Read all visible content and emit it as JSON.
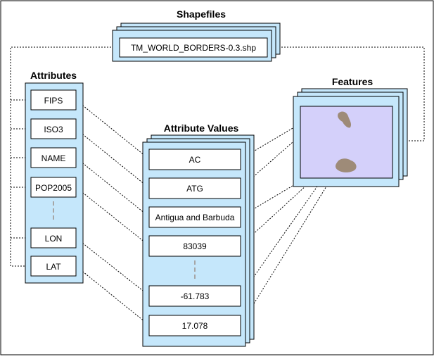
{
  "diagram": {
    "shapefiles": {
      "title": "Shapefiles",
      "file": "TM_WORLD_BORDERS-0.3.shp"
    },
    "attributes": {
      "title": "Attributes",
      "items": [
        "FIPS",
        "ISO3",
        "NAME",
        "POP2005",
        "LON",
        "LAT"
      ]
    },
    "attribute_values": {
      "title": "Attribute Values",
      "items": [
        "AC",
        "ATG",
        "Antigua and Barbuda",
        "83039",
        "-61.783",
        "17.078"
      ]
    },
    "features": {
      "title": "Features"
    },
    "colors": {
      "panel_fill": "#c5e7fb",
      "panel_stroke": "#000000",
      "map_fill": "#d4d0fa",
      "land_fill": "#9e8b78",
      "ellipsis": "#a6a6a6",
      "connector": "#000000"
    }
  }
}
